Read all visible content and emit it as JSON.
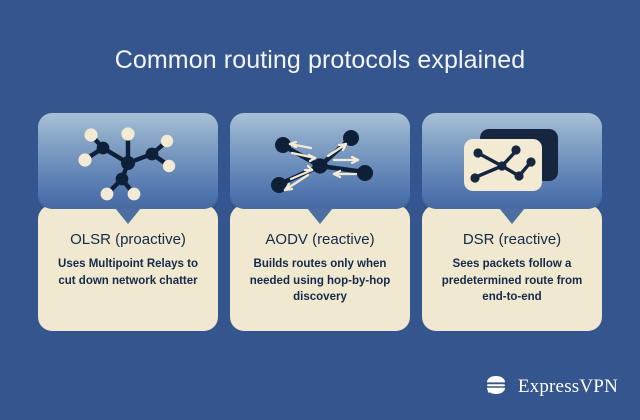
{
  "page": {
    "background_color": "#35558f",
    "title": "Common routing protocols explained"
  },
  "cards": [
    {
      "id": "olsr",
      "name": "OLSR (proactive)",
      "description": "Uses Multipoint Relays to cut down network chatter",
      "icon": "mesh-network-icon"
    },
    {
      "id": "aodv",
      "name": "AODV (reactive)",
      "description": "Builds routes only when needed using hop-by-hop discovery",
      "icon": "route-discovery-icon"
    },
    {
      "id": "dsr",
      "name": "DSR (reactive)",
      "description": "Sees packets follow a predetermined route from end-to-end",
      "icon": "packet-route-card-icon"
    }
  ],
  "brand": {
    "name": "ExpressVPN",
    "mark": "expressvpn-logo-icon",
    "color": "#ffffff"
  },
  "colors": {
    "background": "#35558f",
    "panel": "#f0e8cf",
    "text_dark": "#132a4a",
    "bubble_top": "#a8c1d6",
    "bubble_bottom": "#47699f",
    "node_dark": "#0e1f38",
    "node_light": "#f0e8cf"
  }
}
